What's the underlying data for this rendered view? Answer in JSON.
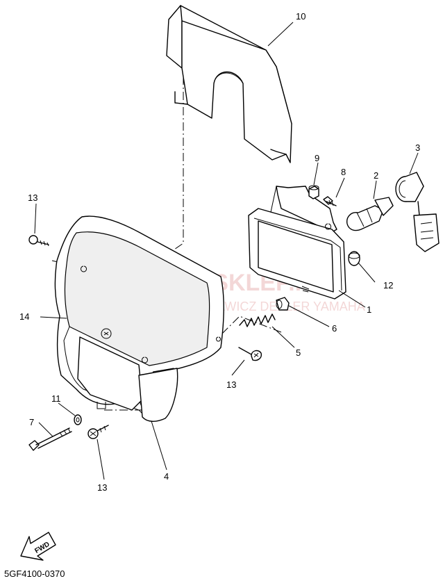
{
  "watermark": {
    "brand": "YAMA-SKLEP.PL",
    "subtitle": "WOJCIECH DAWICZ DEALER YAMAHA"
  },
  "callouts": {
    "p1": "1",
    "p2": "2",
    "p3": "3",
    "p4": "4",
    "p5": "5",
    "p6": "6",
    "p7": "7",
    "p8": "8",
    "p9": "9",
    "p10": "10",
    "p11": "11",
    "p12": "12",
    "p13a": "13",
    "p13b": "13",
    "p13c": "13",
    "p14": "14"
  },
  "fwd_label": "FWD",
  "diagram_code": "5GF4100-0370",
  "colors": {
    "line": "#000000",
    "watermark": "#e6a8a8"
  }
}
